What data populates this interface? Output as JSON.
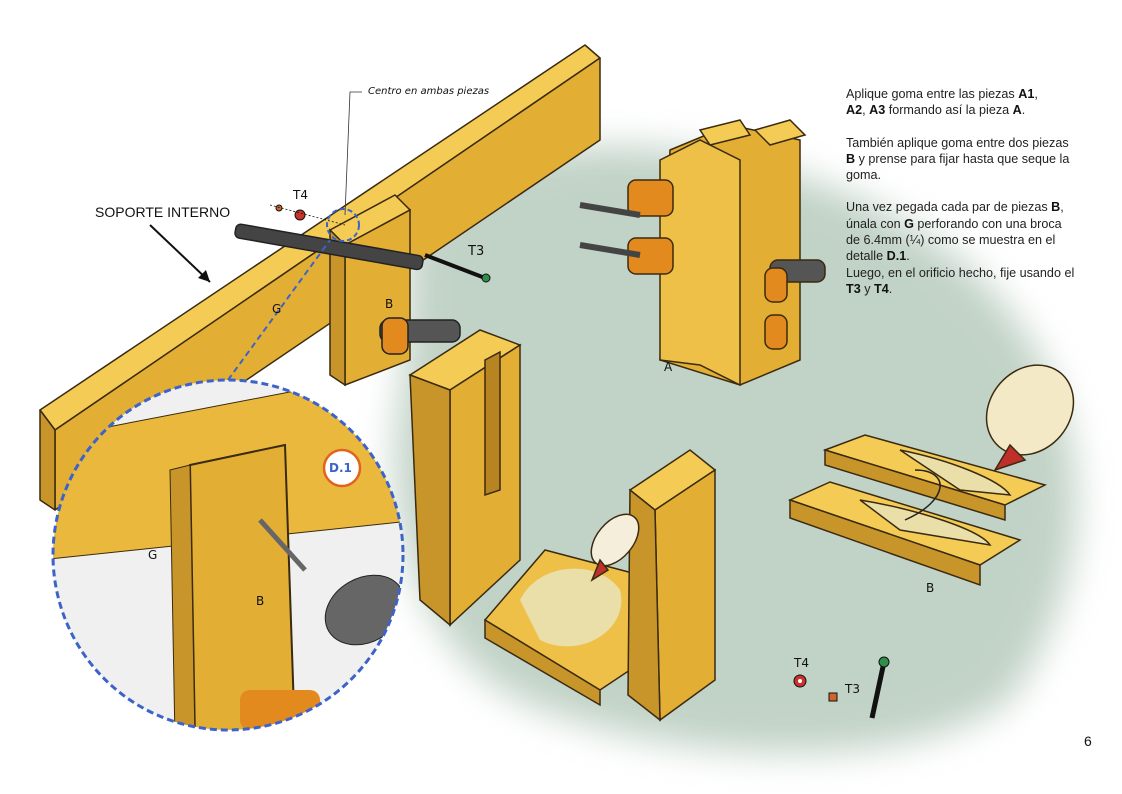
{
  "callouts": {
    "center_note": "Centro en ambas piezas",
    "soporte_interno": "SOPORTE INTERNO",
    "t4_top": "T4",
    "t3_top": "T3",
    "g_top": "G",
    "b_top": "B",
    "a_label": "A",
    "b_right": "B",
    "detail_badge": "D.1",
    "detail_g": "G",
    "detail_b": "B",
    "t4_bottom": "T4",
    "t3_bottom": "T3"
  },
  "instructions": {
    "p1": [
      "Aplique goma entre las piezas ",
      "A1",
      ", ",
      "A2",
      ", ",
      "A3",
      " formando así la pieza ",
      "A",
      "."
    ],
    "p2": [
      "También aplique goma entre dos piezas ",
      "B",
      " y prense para fijar hasta que seque la goma."
    ],
    "p3": [
      "Una vez pegada cada par de piezas ",
      "B",
      ", únala con ",
      "G",
      " perforando con una broca de 6.4mm (¼) como se muestra en el detalle ",
      "D.1",
      ".",
      " Luego, en el orificio hecho, fije usando el ",
      "T3",
      " y ",
      "T4",
      "."
    ]
  },
  "page_number": "6",
  "colors": {
    "wood": "#E9B83C",
    "wood_dark": "#C8952A",
    "clamp_orange": "#E38A1E",
    "detail_ring": "#3B63C9",
    "badge": "#E0641E",
    "wash": "#9DB5A2"
  }
}
